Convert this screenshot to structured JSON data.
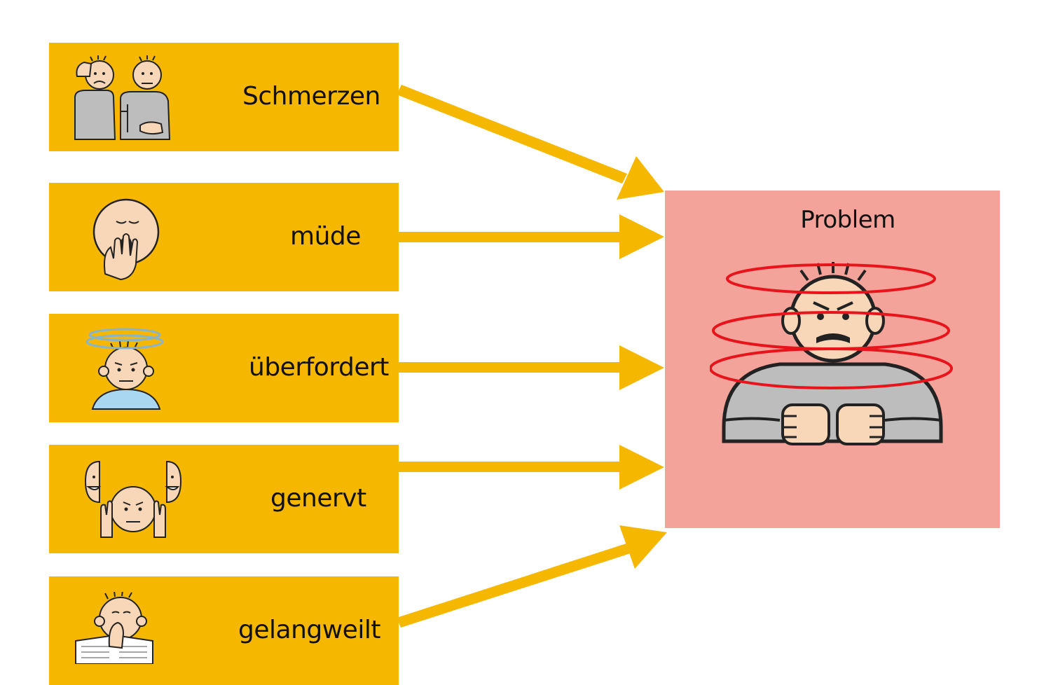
{
  "cards": [
    {
      "label": "Schmerzen",
      "icon": "pain-people-icon"
    },
    {
      "label": "müde",
      "icon": "yawning-face-icon"
    },
    {
      "label": "überfordert",
      "icon": "dizzy-person-icon"
    },
    {
      "label": "genervt",
      "icon": "annoyed-person-icon"
    },
    {
      "label": "gelangweilt",
      "icon": "bored-reader-icon"
    }
  ],
  "problem": {
    "title": "Problem",
    "icon": "angry-person-icon"
  },
  "colors": {
    "card": "#f5b700",
    "arrow": "#f5b700",
    "problem": "#f4a39a",
    "rings": "#e8141c"
  }
}
